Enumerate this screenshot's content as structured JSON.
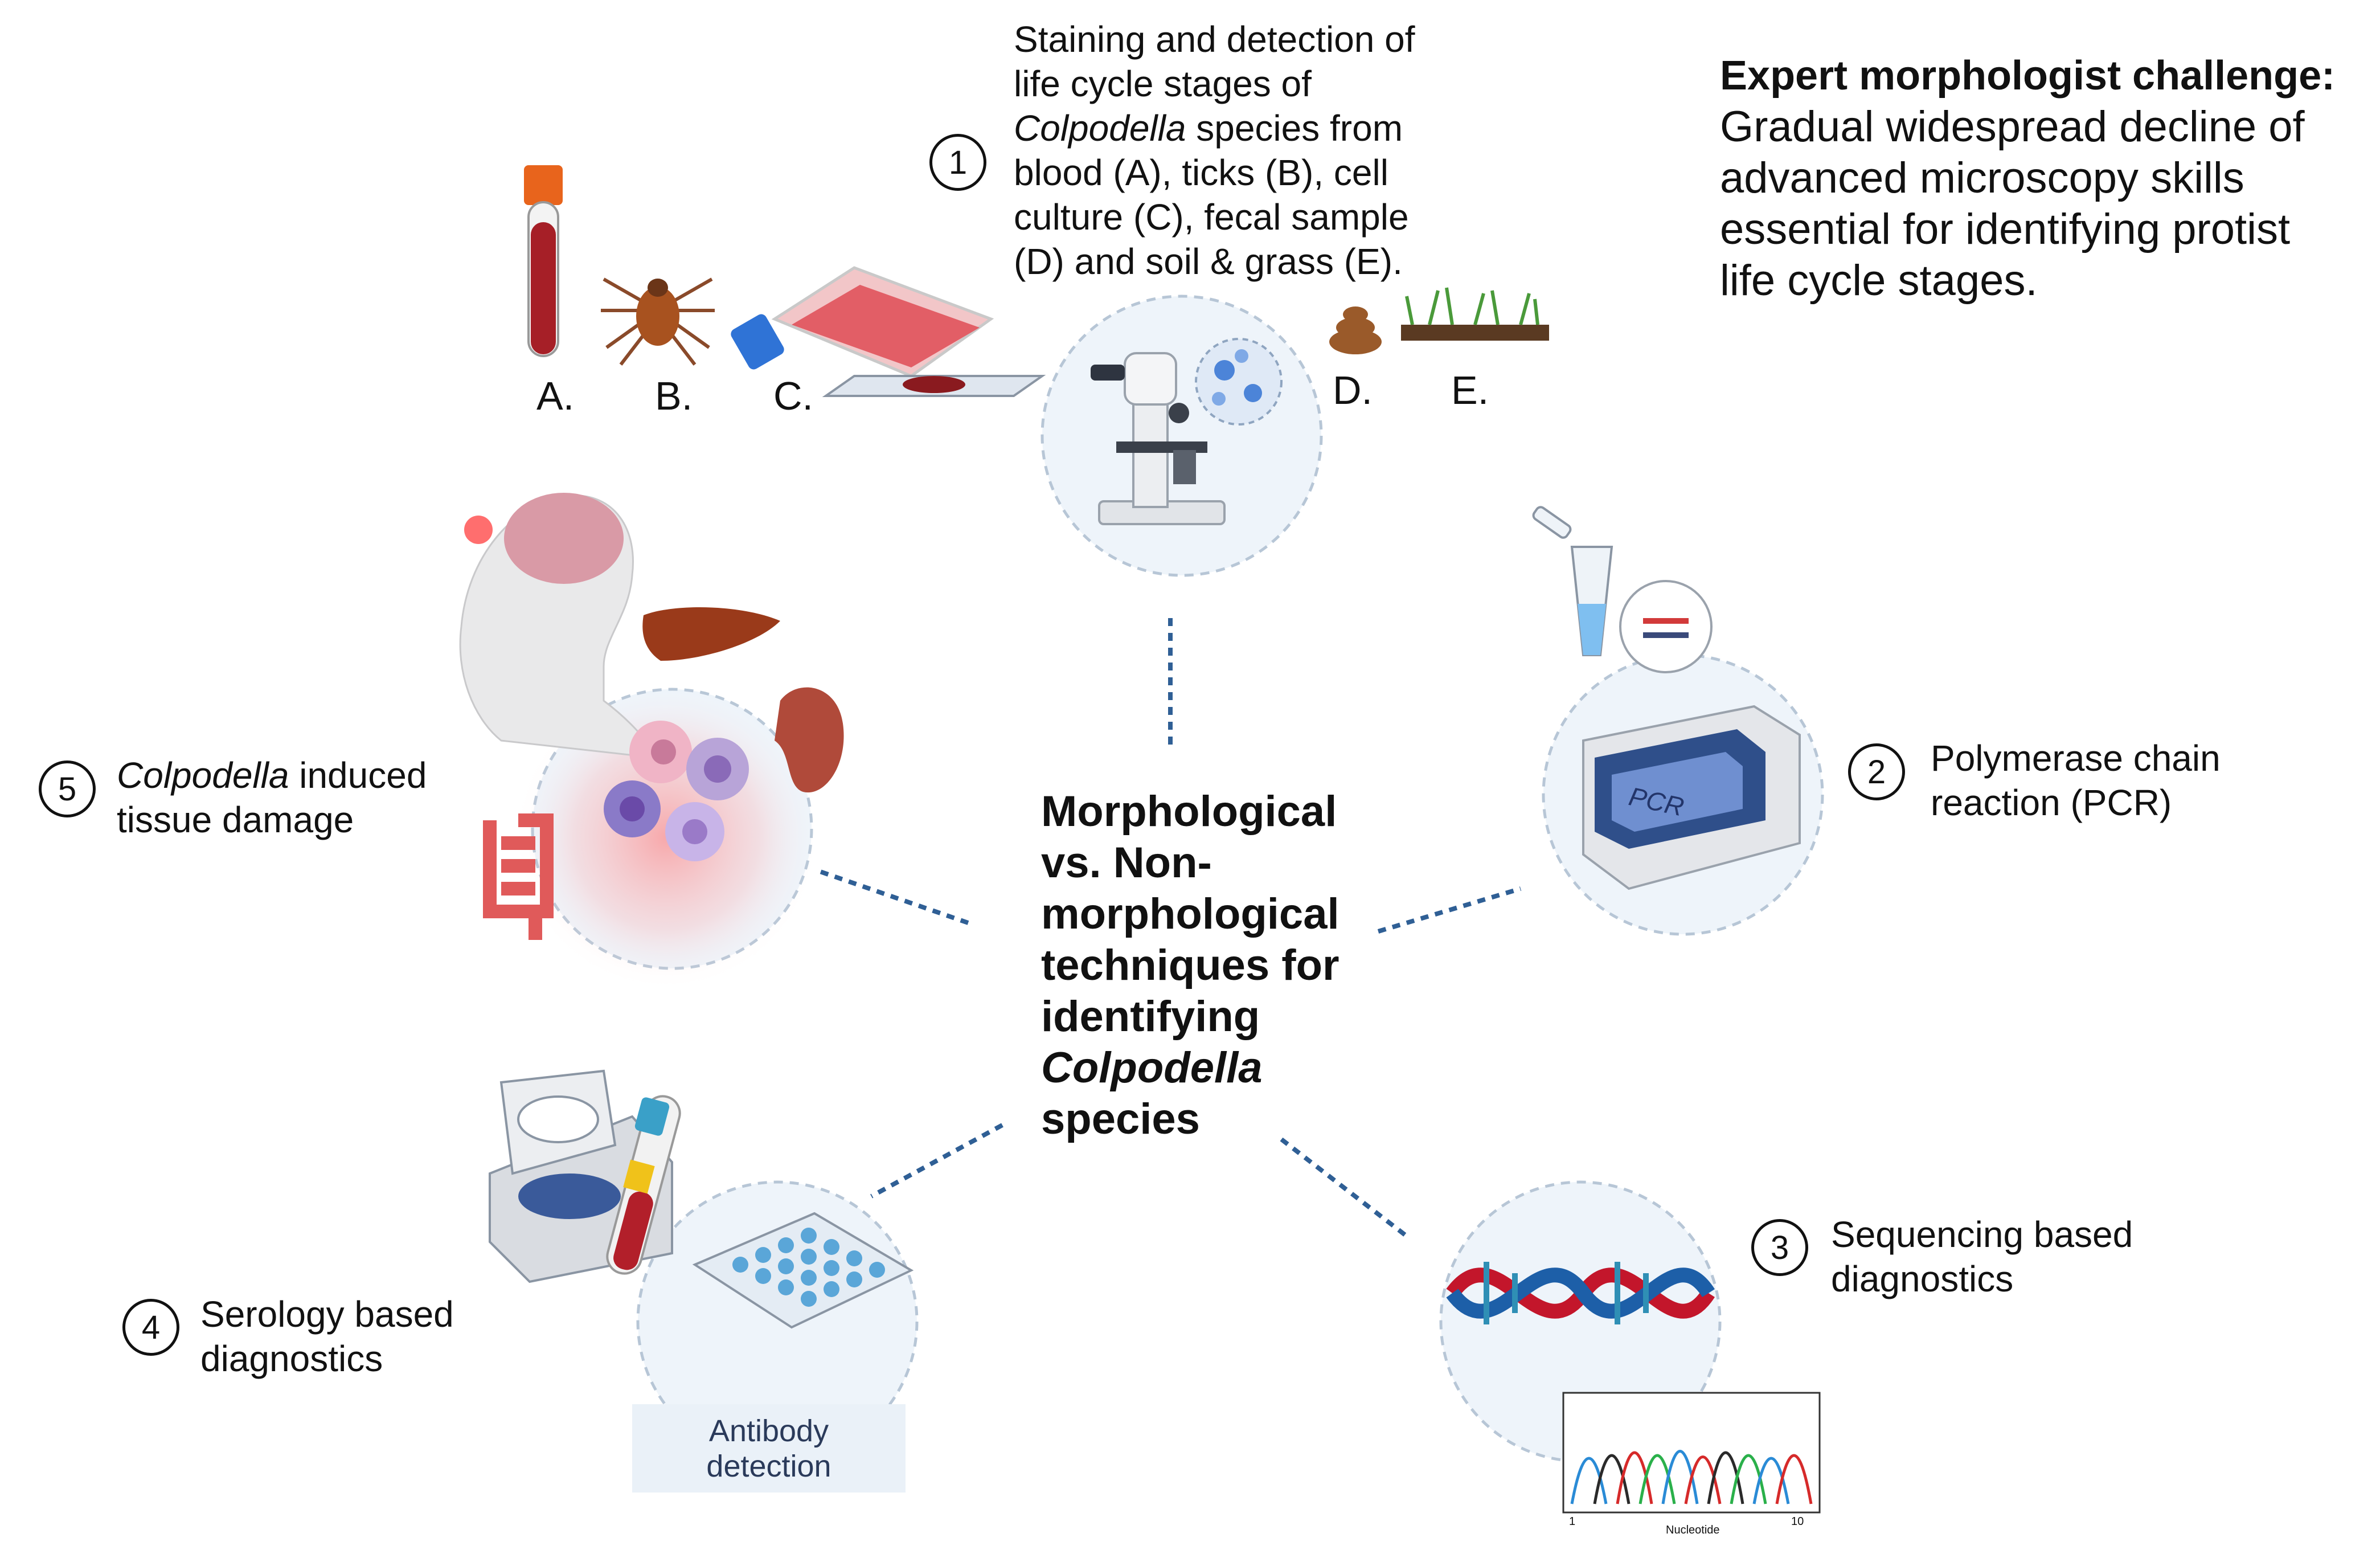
{
  "step1": {
    "number": "1",
    "lines": [
      "Staining and detection of",
      "life cycle stages of",
      "species from",
      "blood (A), ticks (B), cell",
      "culture (C), fecal sample",
      "(D) and soil & grass (E)."
    ],
    "italic_word": "Colpodella",
    "sample_labels": [
      "A.",
      "B.",
      "C.",
      "D.",
      "E."
    ]
  },
  "challenge": {
    "heading": "Expert morphologist challenge:",
    "lines": [
      "Gradual widespread decline of",
      "advanced microscopy skills",
      "essential for identifying protist",
      "life cycle stages."
    ]
  },
  "center": {
    "lines": [
      "Morphological",
      "vs. Non-",
      "morphological",
      "techniques for",
      "identifying",
      "Colpodella",
      "species"
    ]
  },
  "step2": {
    "number": "2",
    "lines": [
      "Polymerase chain",
      "reaction (PCR)"
    ],
    "device_label": "PCR"
  },
  "step3": {
    "number": "3",
    "lines": [
      "Sequencing based",
      "diagnostics"
    ],
    "chromatogram": {
      "xlabel": "Nucleotide",
      "tick_start": "1",
      "tick_end": "10"
    }
  },
  "step4": {
    "number": "4",
    "lines": [
      "Serology based",
      "diagnostics"
    ],
    "box_lines": [
      "Antibody",
      "detection"
    ]
  },
  "step5": {
    "number": "5",
    "italic_word": "Colpodella",
    "line1_rest": " induced",
    "line2": "tissue damage"
  },
  "icons": [
    "blood-tube-icon",
    "tick-icon",
    "culture-flask-icon",
    "slide-icon",
    "microscope-icon",
    "feces-icon",
    "grass-icon",
    "pcr-tube-icon",
    "pcr-machine-icon",
    "dna-icon",
    "chromatogram-icon",
    "centrifuge-icon",
    "microplate-icon",
    "brain-icon",
    "liver-icon",
    "spleen-icon",
    "intestine-icon",
    "blood-cells-icon"
  ]
}
